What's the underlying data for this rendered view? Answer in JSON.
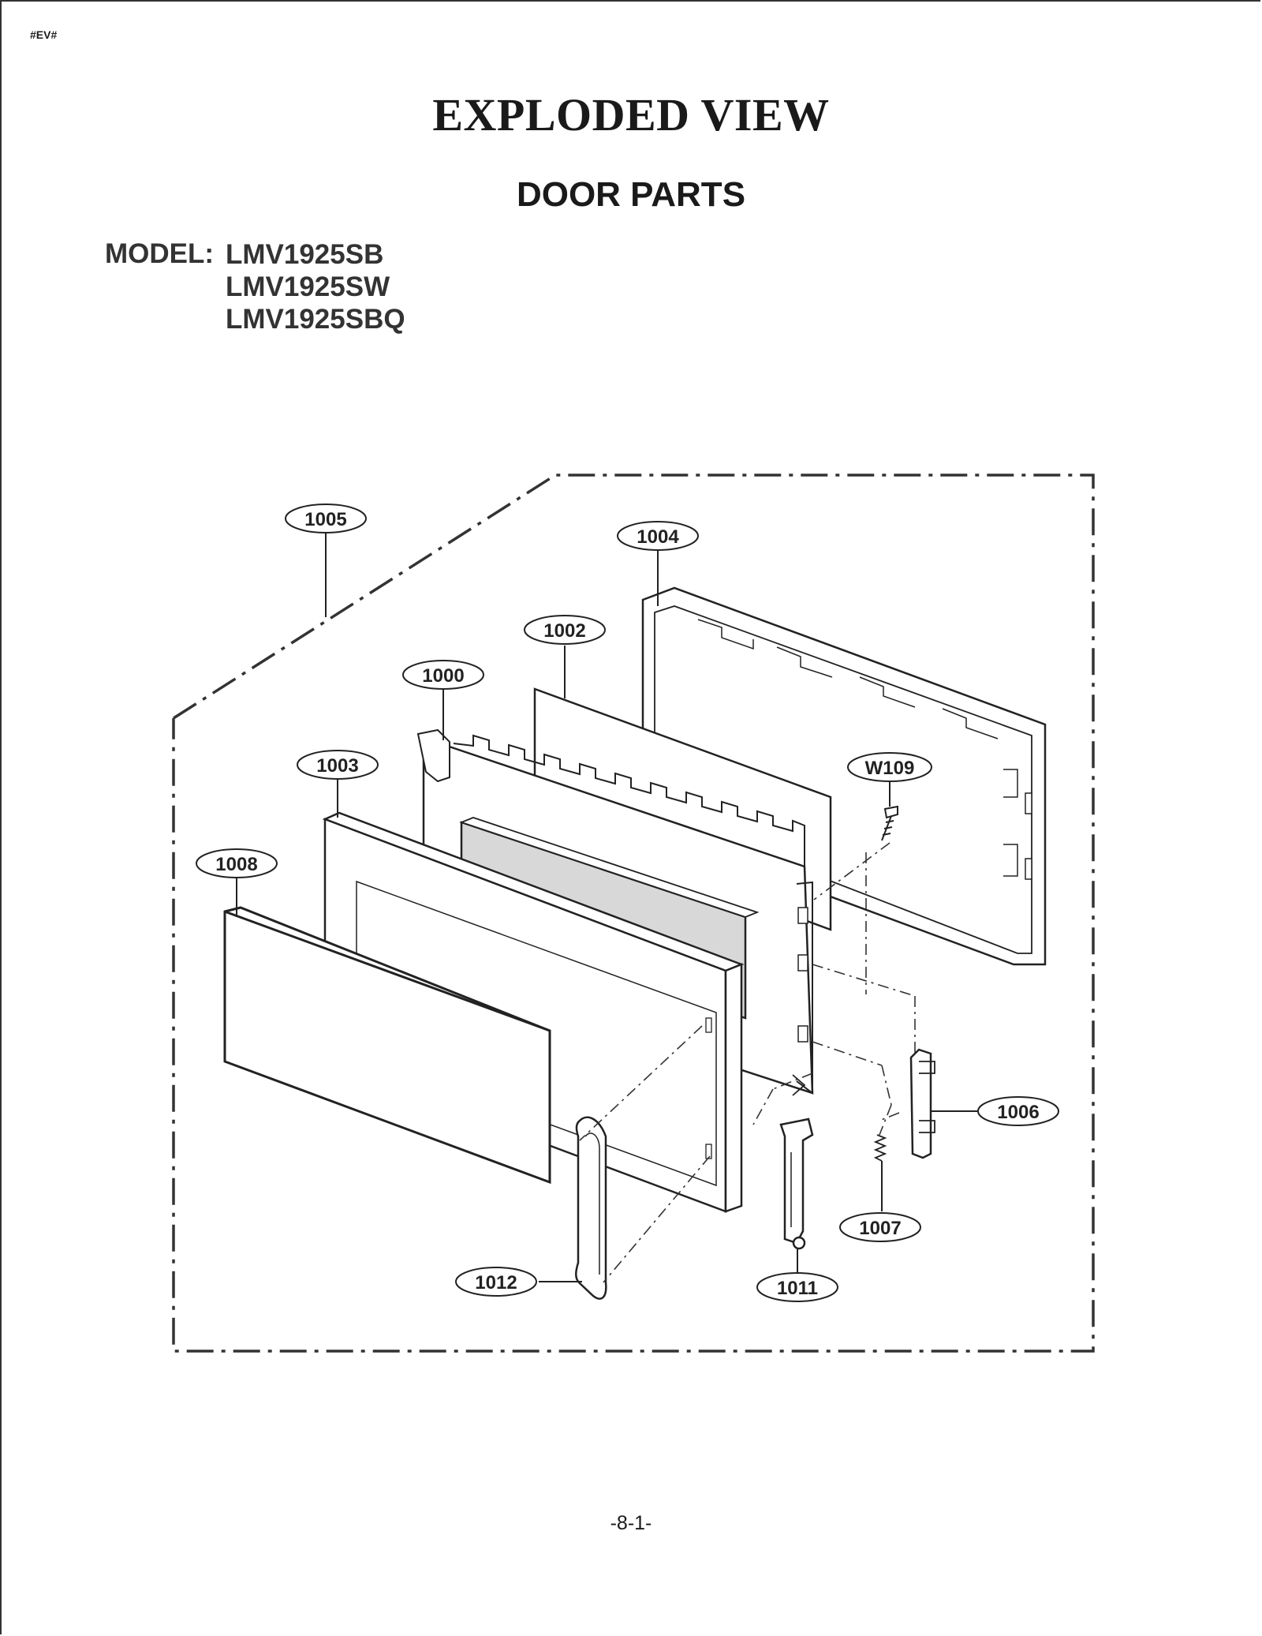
{
  "header": {
    "tag": "#EV#",
    "title": "EXPLODED VIEW",
    "subtitle": "DOOR PARTS"
  },
  "model": {
    "label": "MODEL:",
    "numbers": [
      "LMV1925SB",
      "LMV1925SW",
      "LMV1925SBQ"
    ]
  },
  "callouts": {
    "c1005": "1005",
    "c1004": "1004",
    "c1002": "1002",
    "c1000": "1000",
    "c1003": "1003",
    "cW109": "W109",
    "c1008": "1008",
    "c1006": "1006",
    "c1007": "1007",
    "c1011": "1011",
    "c1012": "1012"
  },
  "footer": {
    "page_number": "-8-1-"
  }
}
